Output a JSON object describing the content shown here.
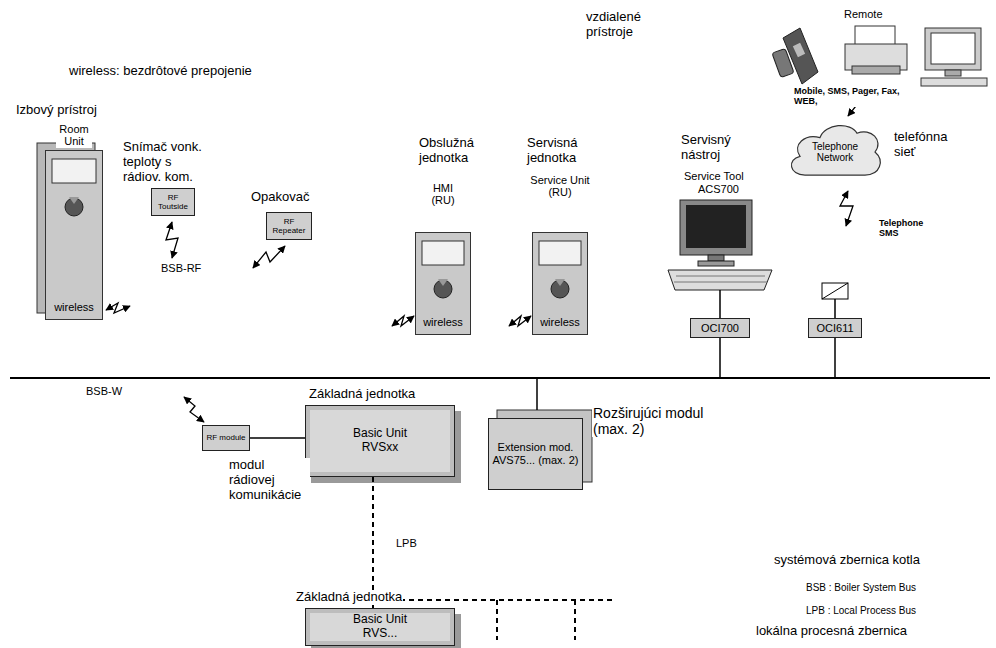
{
  "diagram": {
    "nodes": [
      {
        "text": [
          "Room Unit",
          "wireless"
        ]
      },
      {
        "text": [
          "RF Toutside"
        ]
      },
      {
        "text": [
          "RF Repeater"
        ]
      },
      {
        "text": [
          "HMI (RU)",
          "wireless"
        ]
      },
      {
        "text": [
          "Service Unit (RU)",
          "wireless"
        ]
      },
      {
        "text": [
          "OCI700"
        ]
      },
      {
        "text": [
          "Telephone Network"
        ]
      },
      {
        "text": [
          "OCI611"
        ]
      },
      {
        "text": [
          "RF module"
        ]
      },
      {
        "text": [
          "Basic Unit RVSxx"
        ]
      },
      {
        "text": [
          "Extension mod. AVS75... (max. 2)"
        ]
      },
      {
        "text": [
          "Basic Unit RVS..."
        ]
      }
    ],
    "edges": [
      {
        "from": 8,
        "to": 9,
        "arrow": "none"
      },
      {
        "from": 9,
        "to": 11,
        "arrow": "none"
      }
    ],
    "labels": [
      "wireless: bezdrôtové prepojenie",
      "vzdialené prístroje",
      "Remote",
      "Mobile, SMS, Pager, Fax, WEB,",
      "Izbový prístroj",
      "Snímač vonk. teploty s rádiov. kom.",
      "Opakovač",
      "BSB-RF",
      "Obslužná jednotka",
      "Servisná jednotka",
      "Servisný nástroj",
      "Service Tool",
      "ACS700",
      "telefónna sieť",
      "Telephone SMS",
      "BSB-W",
      "Základná jednotka",
      "Rozširujúci modul (max. 2)",
      "modul rádiovej komunikácie",
      "LPB",
      "Základná jednotka",
      "systémová zbernica kotla",
      "BSB : Boiler System Bus",
      "LPB : Local Process Bus",
      "lokálna procesná zbernica"
    ]
  }
}
